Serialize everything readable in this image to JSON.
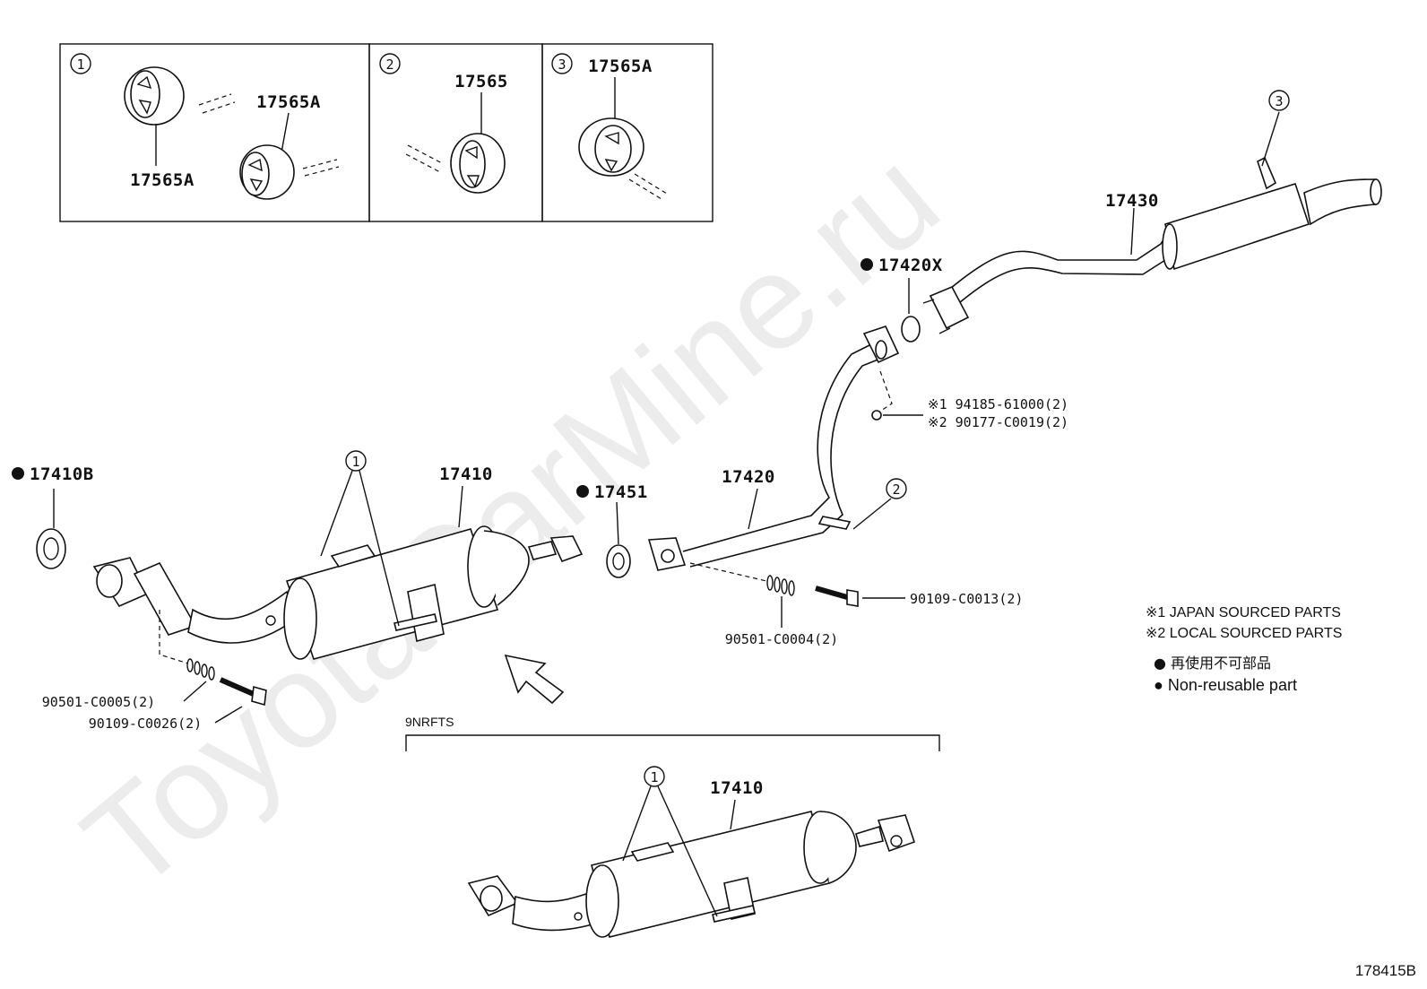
{
  "watermark": "ToyotaCarMine.ru",
  "inset_boxes": [
    {
      "marker": "1",
      "labels": [
        "17565A",
        "17565A"
      ]
    },
    {
      "marker": "2",
      "labels": [
        "17565"
      ]
    },
    {
      "marker": "3",
      "labels": [
        "17565A"
      ]
    }
  ],
  "parts": {
    "p17410B": "17410B",
    "p17410": "17410",
    "p17451": "17451",
    "p17420": "17420",
    "p17420X": "17420X",
    "p17430": "17430",
    "p17410_lower": "17410"
  },
  "callouts": {
    "c1_main": "1",
    "c1_lower": "1",
    "c2": "2",
    "c3": "3"
  },
  "fasteners": {
    "f_90501_c0005": "90501-C0005(2)",
    "f_90109_c0026": "90109-C0026(2)",
    "f_90501_c0004": "90501-C0004(2)",
    "f_90109_c0013": "90109-C0013(2)",
    "f_94185": "※1 94185-61000(2)",
    "f_90177": "※2 90177-C0019(2)"
  },
  "legend": {
    "japan": "※1  JAPAN SOURCED PARTS",
    "local": "※2  LOCAL SOURCED PARTS",
    "nonreuse_jp": "● 再使用不可部品",
    "nonreuse_en": "● Non-reusable part"
  },
  "variant_label": "9NRFTS",
  "diagram_id": "178415B",
  "colors": {
    "line": "#111111",
    "background": "#ffffff",
    "watermark": "#ececec"
  },
  "icons": {
    "arrow": "front-direction-arrow-icon",
    "dot": "non-reusable-dot-icon"
  }
}
